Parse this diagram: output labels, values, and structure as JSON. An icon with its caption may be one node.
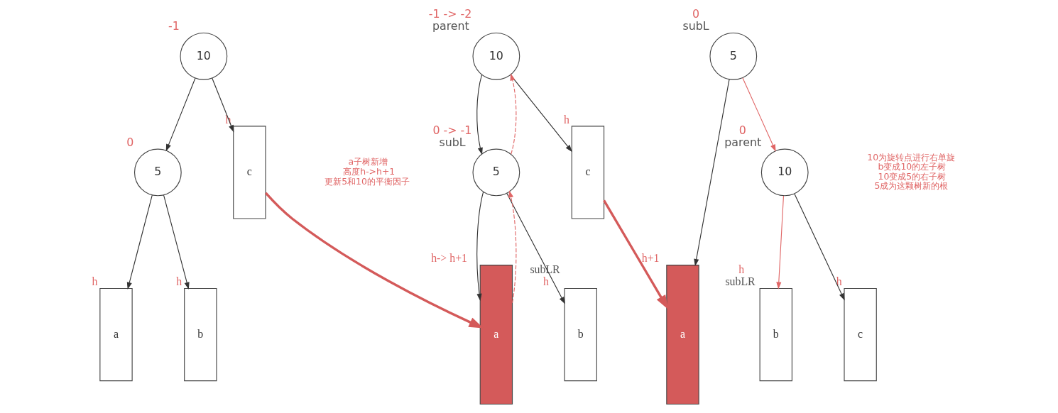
{
  "diagram": {
    "nodes": [
      {
        "text": [
          "10"
        ],
        "beside": [
          "-1"
        ]
      },
      {
        "text": [
          "5"
        ],
        "beside": [
          "0"
        ]
      },
      {
        "text": [
          "c"
        ],
        "beside": [
          "h"
        ]
      },
      {
        "text": [
          "a"
        ],
        "beside": [
          "h"
        ]
      },
      {
        "text": [
          "b"
        ],
        "beside": [
          "h"
        ]
      },
      {
        "text": [
          "10"
        ],
        "beside": [
          "-1 -> -2",
          "parent"
        ]
      },
      {
        "text": [
          "5"
        ],
        "beside": [
          "0 -> -1",
          "subL"
        ]
      },
      {
        "text": [
          "c"
        ],
        "beside": [
          "h"
        ]
      },
      {
        "text": [
          "a"
        ],
        "beside": [
          "h-> h+1"
        ]
      },
      {
        "text": [
          "b"
        ],
        "beside": [
          "subLR",
          "h"
        ]
      },
      {
        "text": [
          "5"
        ],
        "beside": [
          "0",
          "subL"
        ]
      },
      {
        "text": [
          "a"
        ],
        "beside": [
          "h+1"
        ]
      },
      {
        "text": [
          "10"
        ],
        "beside": [
          "0",
          "parent"
        ]
      },
      {
        "text": [
          "b"
        ],
        "beside": [
          "h",
          "subLR"
        ]
      },
      {
        "text": [
          "c"
        ],
        "beside": [
          "h"
        ]
      }
    ],
    "edges": [
      {
        "from": 0,
        "to": 1,
        "arrow": "to"
      },
      {
        "from": 0,
        "to": 2,
        "arrow": "to"
      },
      {
        "from": 1,
        "to": 3,
        "arrow": "to"
      },
      {
        "from": 1,
        "to": 4,
        "arrow": "to"
      },
      {
        "from": 2,
        "to": 8,
        "arrow": "to",
        "style": "thick",
        "color": "#d45a5a"
      },
      {
        "from": 5,
        "to": 6,
        "arrow": "to"
      },
      {
        "from": 5,
        "to": 7,
        "arrow": "to"
      },
      {
        "from": 6,
        "to": 8,
        "arrow": "to"
      },
      {
        "from": 6,
        "to": 9,
        "arrow": "to"
      },
      {
        "from": 8,
        "to": 6,
        "arrow": "to",
        "style": "dashed",
        "color": "#e06666"
      },
      {
        "from": 6,
        "to": 5,
        "arrow": "to",
        "style": "dashed",
        "color": "#e06666"
      },
      {
        "from": 7,
        "to": 11,
        "arrow": "to",
        "style": "thick",
        "color": "#d45a5a"
      },
      {
        "from": 10,
        "to": 11,
        "arrow": "to"
      },
      {
        "from": 10,
        "to": 12,
        "arrow": "to",
        "color": "#e06666"
      },
      {
        "from": 12,
        "to": 13,
        "arrow": "to",
        "color": "#e06666"
      },
      {
        "from": 12,
        "to": 14,
        "arrow": "to"
      }
    ],
    "labels": [
      "a子树新增",
      "高度h->h+1",
      "更新5和10的平衡因子",
      "10为旋转点进行右单旋",
      "b变成10的左子树",
      "10变成5的右子树",
      "5成为这颗树新的根"
    ]
  }
}
